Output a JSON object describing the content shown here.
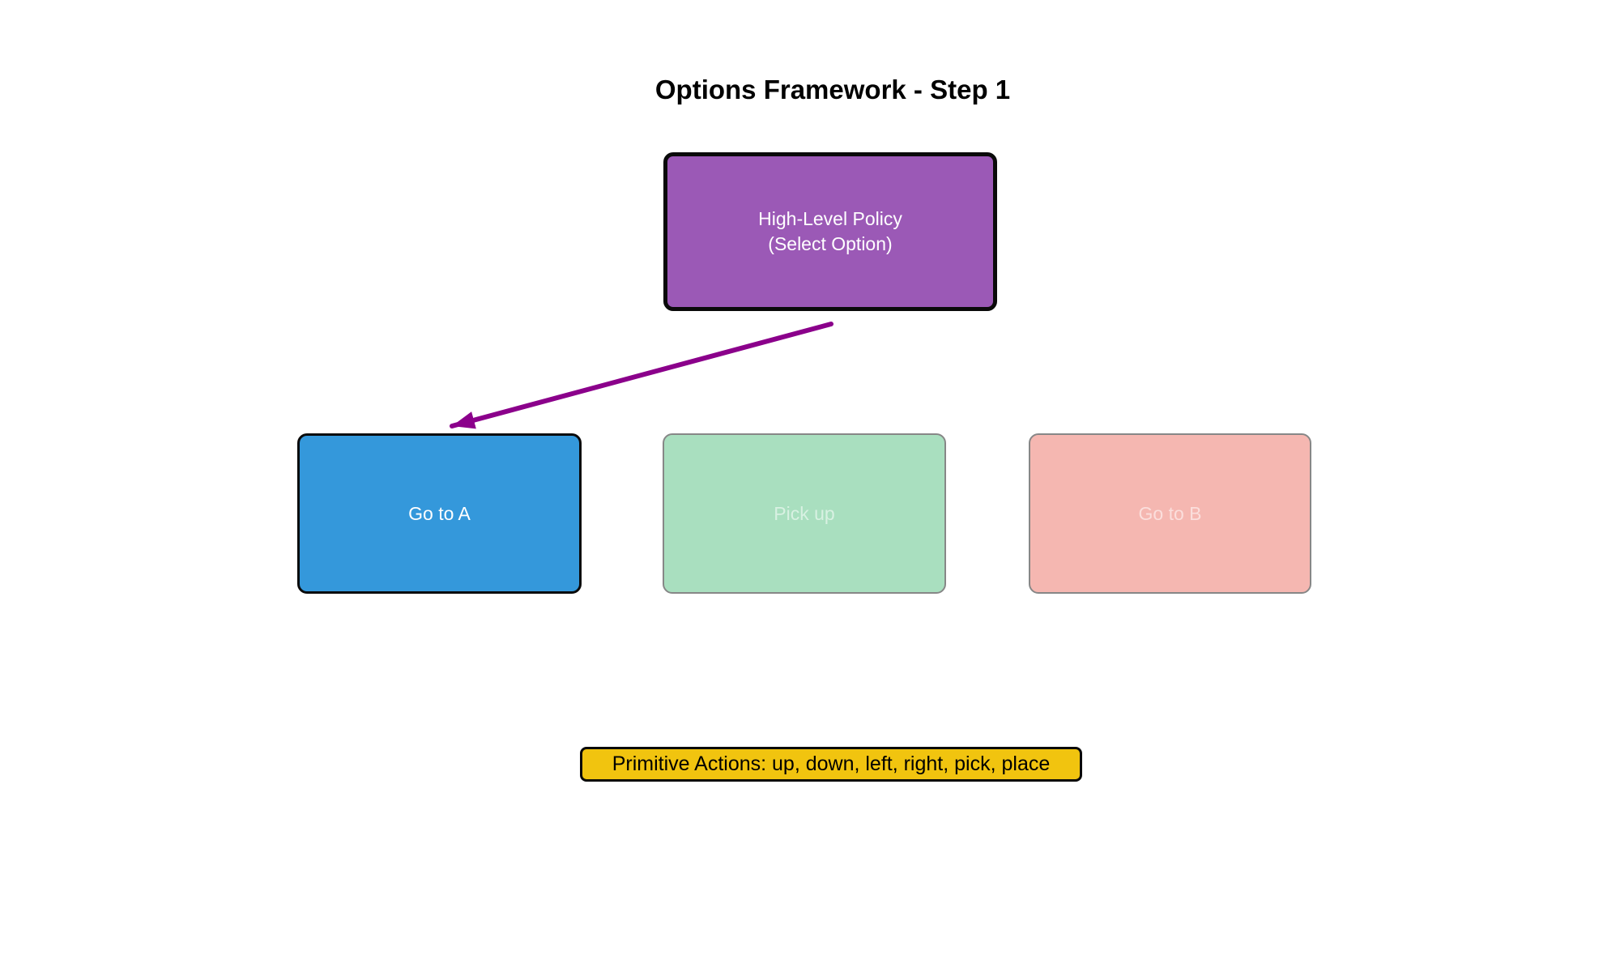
{
  "title": "Options Framework - Step 1",
  "high_level_policy": {
    "label": "High-Level Policy\n(Select Option)"
  },
  "options": [
    {
      "label": "Go to A",
      "state": "selected"
    },
    {
      "label": "Pick up",
      "state": "inactive"
    },
    {
      "label": "Go to B",
      "state": "inactive"
    }
  ],
  "primitive_actions": {
    "label": "Primitive Actions: up, down, left, right, pick, place"
  },
  "colors": {
    "policy_fill": "#9B59B6",
    "option_a_fill": "#3498DB",
    "option_pick_fill": "#A9DFBF",
    "option_b_fill": "#F5B7B1",
    "primitive_fill": "#F1C40F",
    "arrow": "#8B008B"
  }
}
